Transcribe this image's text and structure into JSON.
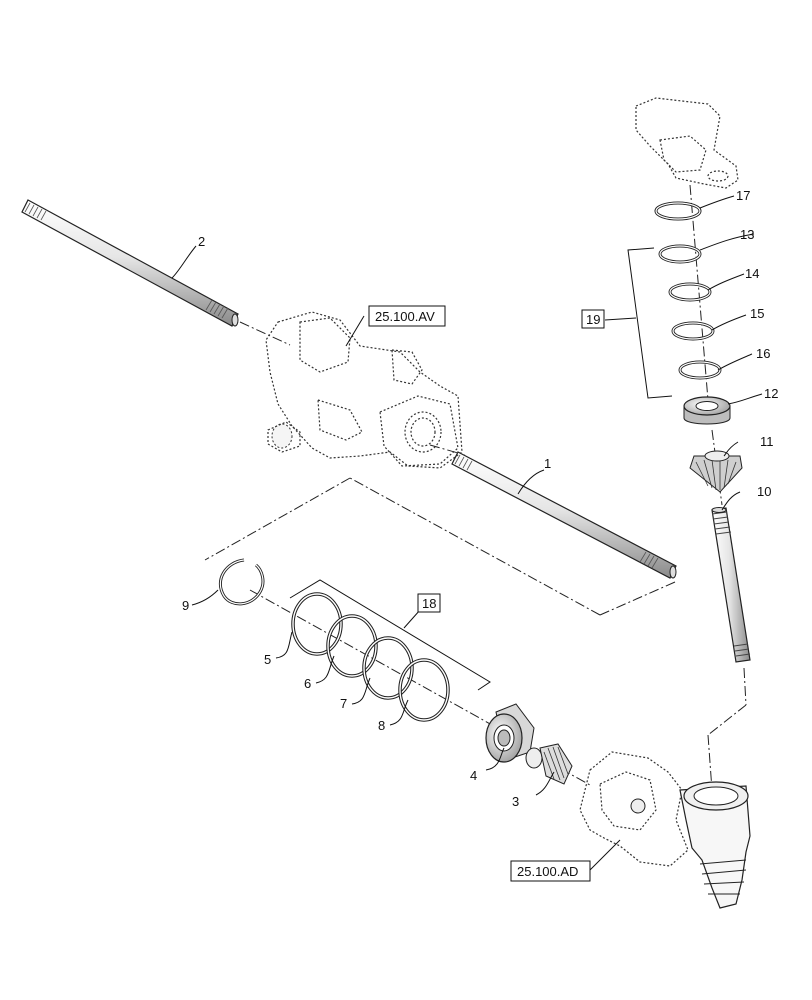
{
  "callouts": {
    "c1": "1",
    "c2": "2",
    "c3": "3",
    "c4": "4",
    "c5": "5",
    "c6": "6",
    "c7": "7",
    "c8": "8",
    "c9": "9",
    "c10": "10",
    "c11": "11",
    "c12": "12",
    "c13": "13",
    "c14": "14",
    "c15": "15",
    "c16": "16",
    "c17": "17"
  },
  "kits": {
    "k18": "18",
    "k19": "19"
  },
  "references": {
    "ref_top": "25.100.AV",
    "ref_bottom": "25.100.AD"
  }
}
